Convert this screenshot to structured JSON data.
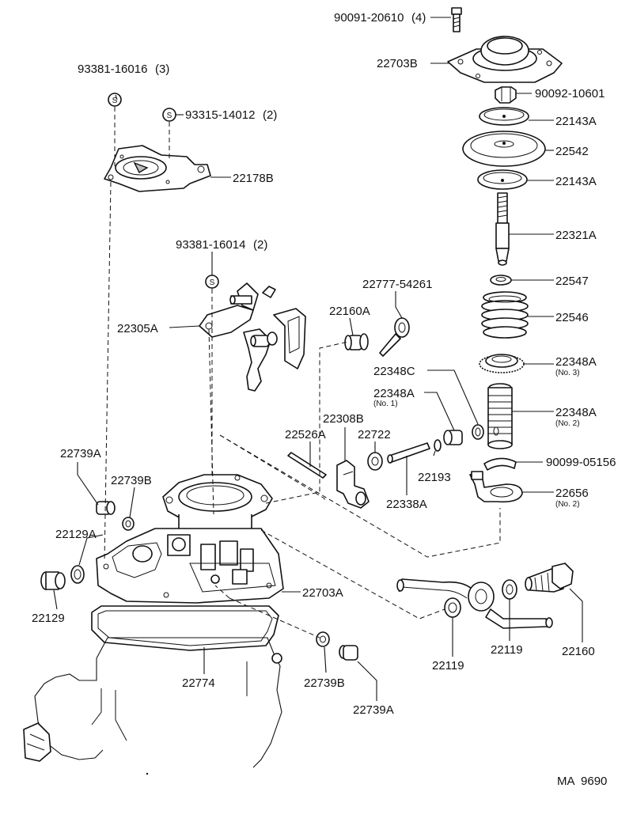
{
  "diagram": {
    "drawing_code": "MA  9690",
    "callouts": [
      {
        "id": "c1",
        "part": "90091-20610",
        "qty": "(4)"
      },
      {
        "id": "c2",
        "part": "22703B"
      },
      {
        "id": "c3",
        "part": "90092-10601"
      },
      {
        "id": "c4",
        "part": "22143A"
      },
      {
        "id": "c5",
        "part": "22542"
      },
      {
        "id": "c6",
        "part": "22143A"
      },
      {
        "id": "c7",
        "part": "22321A"
      },
      {
        "id": "c8",
        "part": "22547"
      },
      {
        "id": "c9",
        "part": "22546"
      },
      {
        "id": "c10",
        "part": "22348A",
        "note": "(No. 3)"
      },
      {
        "id": "c11",
        "part": "22348C"
      },
      {
        "id": "c12",
        "part": "22348A",
        "note": "(No. 1)"
      },
      {
        "id": "c13",
        "part": "22348A",
        "note": "(No. 2)"
      },
      {
        "id": "c14",
        "part": "90099-05156"
      },
      {
        "id": "c15",
        "part": "22656",
        "note": "(No. 2)"
      },
      {
        "id": "c16",
        "part": "93381-16016",
        "qty": "(3)"
      },
      {
        "id": "c17",
        "part": "93315-14012",
        "qty": "(2)"
      },
      {
        "id": "c18",
        "part": "22178B"
      },
      {
        "id": "c19",
        "part": "93381-16014",
        "qty": "(2)"
      },
      {
        "id": "c20",
        "part": "22777-54261"
      },
      {
        "id": "c21",
        "part": "22160A"
      },
      {
        "id": "c22",
        "part": "22305A"
      },
      {
        "id": "c23",
        "part": "22308B"
      },
      {
        "id": "c24",
        "part": "22526A"
      },
      {
        "id": "c25",
        "part": "22722"
      },
      {
        "id": "c26",
        "part": "22193"
      },
      {
        "id": "c27",
        "part": "22338A"
      },
      {
        "id": "c28",
        "part": "22739A"
      },
      {
        "id": "c29",
        "part": "22739B"
      },
      {
        "id": "c30",
        "part": "22129A"
      },
      {
        "id": "c31",
        "part": "22129"
      },
      {
        "id": "c32",
        "part": "22703A"
      },
      {
        "id": "c33",
        "part": "22774"
      },
      {
        "id": "c34",
        "part": "22739B"
      },
      {
        "id": "c35",
        "part": "22739A"
      },
      {
        "id": "c36",
        "part": "22119"
      },
      {
        "id": "c37",
        "part": "22119"
      },
      {
        "id": "c38",
        "part": "22160"
      }
    ],
    "screw_symbol": "S"
  }
}
